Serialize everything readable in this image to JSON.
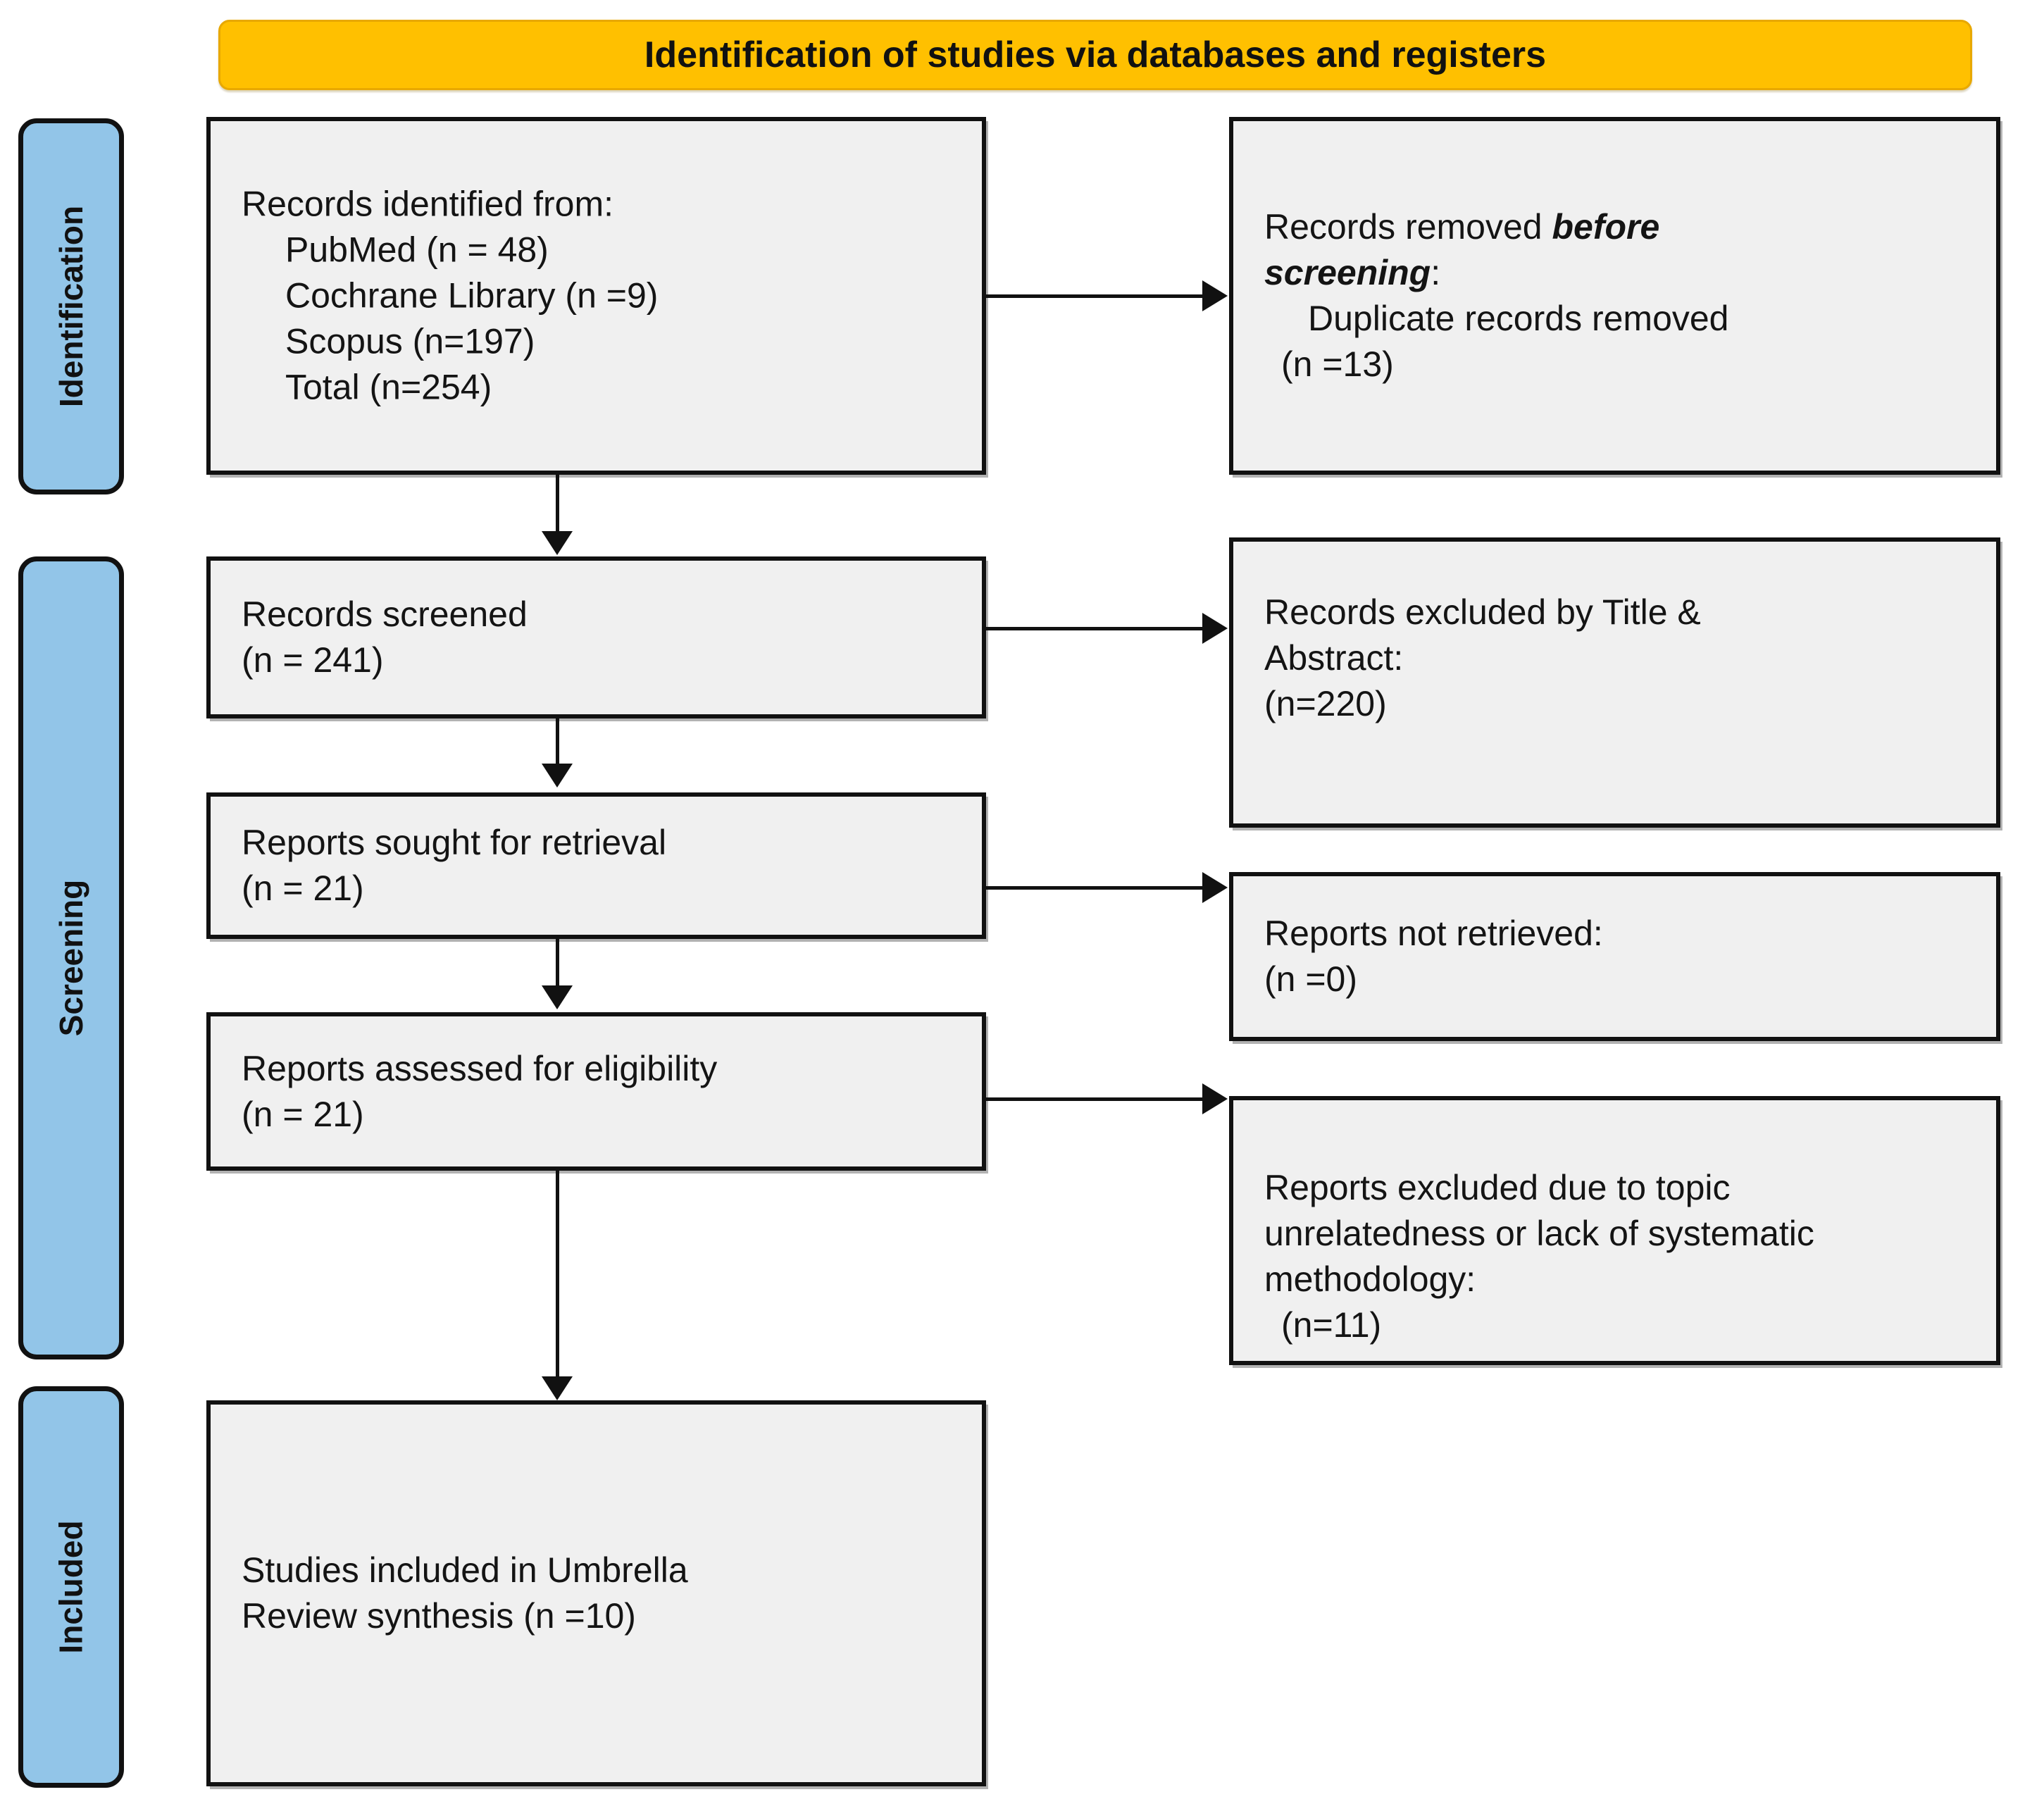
{
  "diagram": {
    "type": "prisma-flow-diagram",
    "title": "Identification of studies via databases and registers",
    "colors": {
      "banner": "#FFC000",
      "phase_bar": "#92C5E8",
      "box_fill": "#F0F0F0",
      "stroke": "#111111"
    }
  },
  "phases": [
    {
      "id": "identification",
      "label": "Identification"
    },
    {
      "id": "screening",
      "label": "Screening"
    },
    {
      "id": "included",
      "label": "Included"
    }
  ],
  "boxes": {
    "records_identified": {
      "line1": "Records identified from:",
      "line2": "PubMed (n = 48)",
      "line3": "Cochrane Library (n =9)",
      "line4": "Scopus (n=197)",
      "line5": "Total (n=254)"
    },
    "records_removed": {
      "line1a": "Records removed ",
      "line1b": "before",
      "line2a": "screening",
      "line2b": ":",
      "line3": "Duplicate records removed",
      "line4": "(n =13)"
    },
    "records_screened": {
      "line1": "Records screened",
      "line2": "(n = 241)"
    },
    "records_excluded": {
      "line1": "Records excluded by Title &",
      "line2": "Abstract:",
      "line3": "(n=220)"
    },
    "reports_sought": {
      "line1": "Reports sought for retrieval",
      "line2": "(n = 21)"
    },
    "reports_not_retrieved": {
      "line1": "Reports not retrieved:",
      "line2": "(n =0)"
    },
    "reports_assessed": {
      "line1": "Reports assessed for eligibility",
      "line2": "(n = 21)"
    },
    "reports_excluded": {
      "line1": "Reports excluded due to topic",
      "line2": "unrelatedness or lack of systematic",
      "line3": "methodology:",
      "line4": "(n=11)"
    },
    "studies_included": {
      "line1": "Studies included in Umbrella",
      "line2": "Review synthesis (n =10)"
    }
  },
  "counts": {
    "pubmed": 48,
    "cochrane_library": 9,
    "scopus": 197,
    "total_identified": 254,
    "duplicates_removed": 13,
    "records_screened": 241,
    "records_excluded_title_abstract": 220,
    "reports_sought": 21,
    "reports_not_retrieved": 0,
    "reports_assessed": 21,
    "reports_excluded": 11,
    "studies_included": 10
  }
}
